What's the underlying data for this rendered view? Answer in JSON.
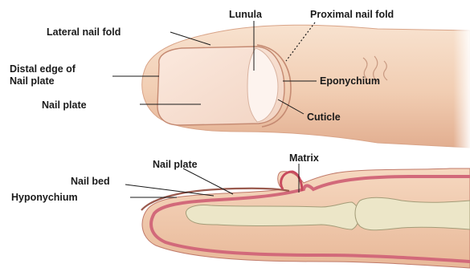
{
  "labels": {
    "lunula": "Lunula",
    "proximal_nail_fold": "Proximal nail fold",
    "lateral_nail_fold": "Lateral nail fold",
    "distal_edge_line1": "Distal edge of",
    "distal_edge_line2": "Nail plate",
    "eponychium": "Eponychium",
    "nail_plate_top": "Nail plate",
    "cuticle": "Cuticle",
    "nail_plate_bottom": "Nail plate",
    "matrix": "Matrix",
    "nail_bed": "Nail bed",
    "hyponychium": "Hyponychium"
  },
  "colors": {
    "skin_light": "#f7dcc6",
    "skin_mid": "#eec3a3",
    "skin_shadow": "#d9a488",
    "nail_plate": "#f9e3d6",
    "nail_outline": "#c58a72",
    "dermis": "#d2697a",
    "bone": "#ece6c8",
    "bone_outline": "#a39c78"
  }
}
